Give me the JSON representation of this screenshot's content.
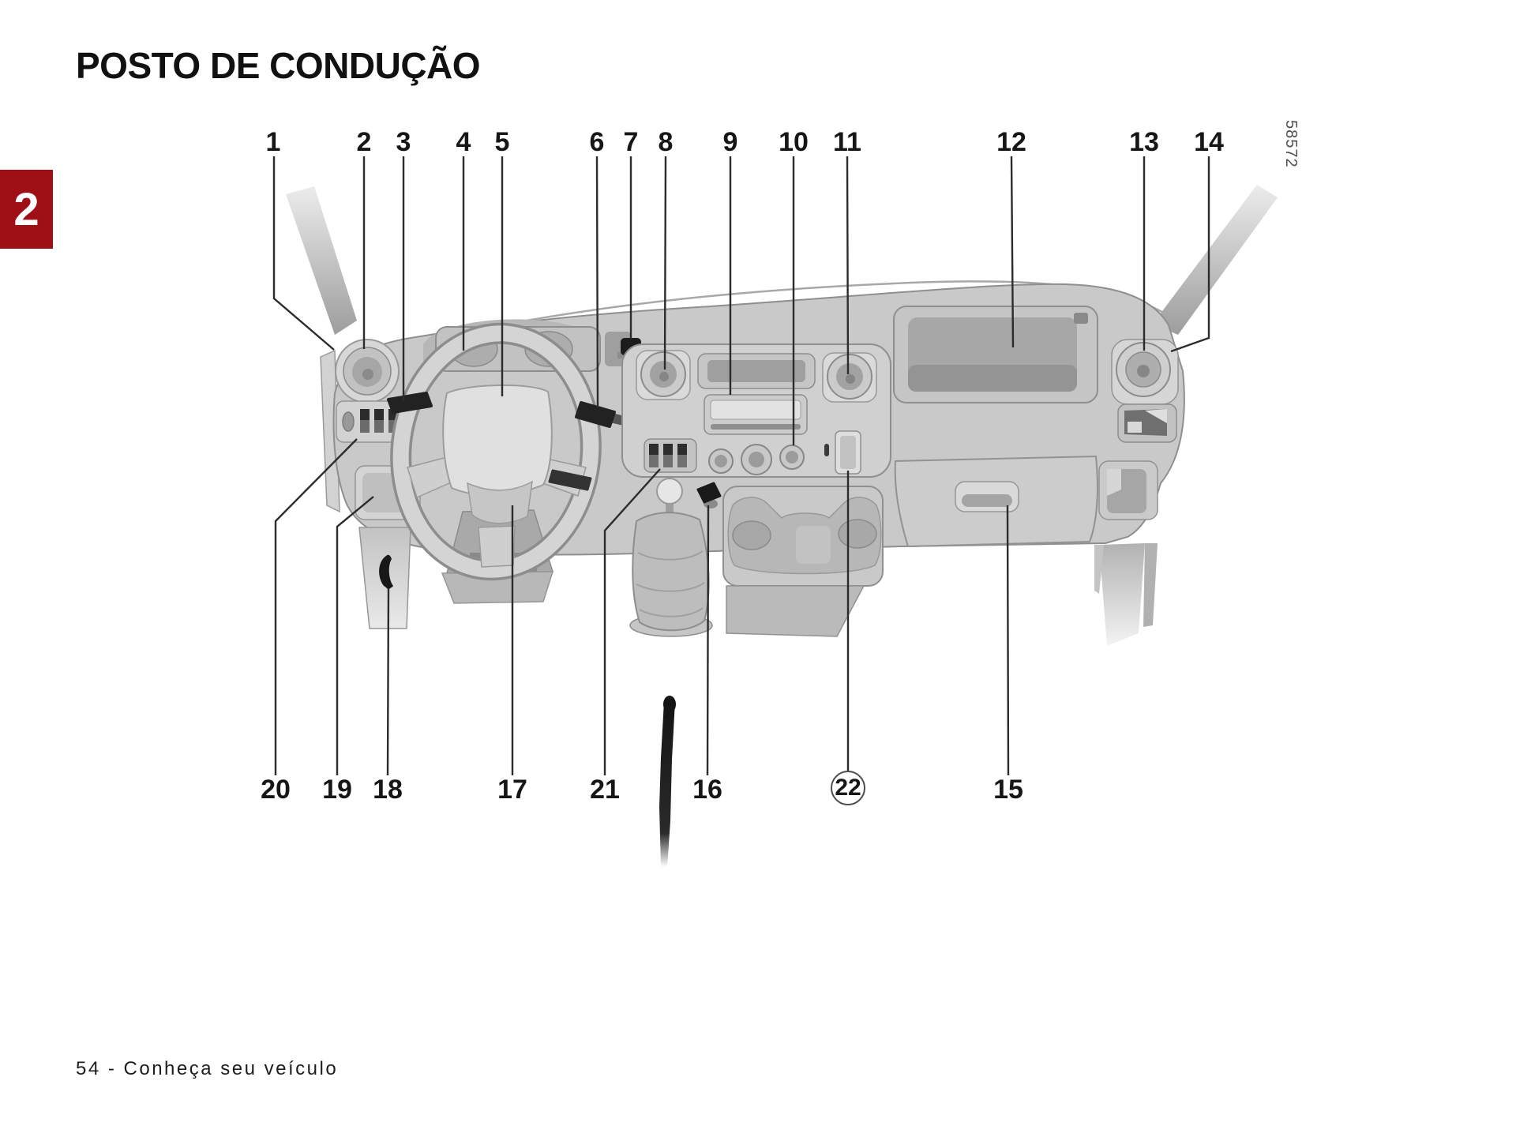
{
  "header": {
    "title": "POSTO DE CONDUÇÃO"
  },
  "chapter": {
    "number": "2"
  },
  "figure": {
    "ref": "58572"
  },
  "callouts": {
    "top": [
      "1",
      "2",
      "3",
      "4",
      "5",
      "6",
      "7",
      "8",
      "9",
      "10",
      "11",
      "12",
      "13",
      "14"
    ],
    "bottom": [
      "20",
      "19",
      "18",
      "17",
      "21",
      "16",
      "22",
      "15"
    ]
  },
  "footer": {
    "page_label": "54 - Conheça seu veículo"
  },
  "colors": {
    "chapter_bg": "#9e1016",
    "chapter_fg": "#ffffff",
    "leader_line": "#2c2c2c",
    "ink": "#111111"
  }
}
